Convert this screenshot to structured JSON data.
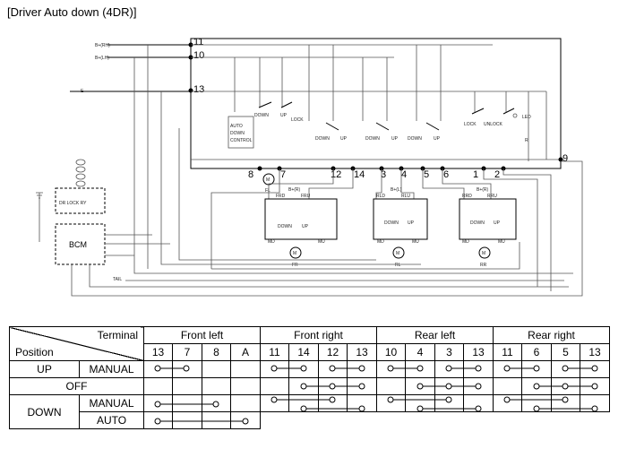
{
  "title": "[Driver Auto down (4DR)]",
  "diagram": {
    "terminals": {
      "t11": "11",
      "t10": "10",
      "t13": "13",
      "t9": "9",
      "t8": "8",
      "t7": "7",
      "t12": "12",
      "t14": "14",
      "t3": "3",
      "t4": "4",
      "t5": "5",
      "t6": "6",
      "t1": "1",
      "t2": "2"
    },
    "inputs": {
      "b_rh": "B+(RH)",
      "b_lh": "B+(LH)",
      "e": "E",
      "tail": "TAIL"
    },
    "switches": {
      "auto_down_control": [
        "AUTO",
        "DOWN",
        "CONTROL"
      ],
      "down": "DOWN",
      "up": "UP",
      "lock": "LOCK",
      "unlock": "UNLOCK",
      "led": "LED",
      "r": "R"
    },
    "modules": {
      "dr_lock_ry": "DR LOCK RY",
      "bcm": "BCM",
      "front_motor": "FL",
      "front_right": {
        "motor": "FR",
        "labels": [
          "FRD",
          "FRU",
          "B+(R)",
          "MD",
          "MU"
        ]
      },
      "rear_left": {
        "motor": "RL",
        "labels": [
          "RLD",
          "RLU",
          "B+(L)",
          "MD",
          "MU"
        ]
      },
      "rear_right": {
        "motor": "RR",
        "labels": [
          "RRD",
          "RRU",
          "B+(R)",
          "MD",
          "MU"
        ]
      },
      "motor_symbol": "M"
    }
  },
  "table": {
    "corner_top": "Terminal",
    "corner_bottom": "Position",
    "groups": [
      "Front left",
      "Front right",
      "Rear left",
      "Rear right"
    ],
    "terminals": [
      [
        "13",
        "7",
        "8",
        "A"
      ],
      [
        "11",
        "14",
        "12",
        "13"
      ],
      [
        "10",
        "4",
        "3",
        "13"
      ],
      [
        "11",
        "6",
        "5",
        "13"
      ]
    ],
    "rows": [
      {
        "position": "UP",
        "mode": "MANUAL"
      },
      {
        "position": "OFF",
        "mode": ""
      },
      {
        "position": "DOWN",
        "mode": "MANUAL"
      },
      {
        "position": "",
        "mode": "AUTO"
      }
    ]
  }
}
